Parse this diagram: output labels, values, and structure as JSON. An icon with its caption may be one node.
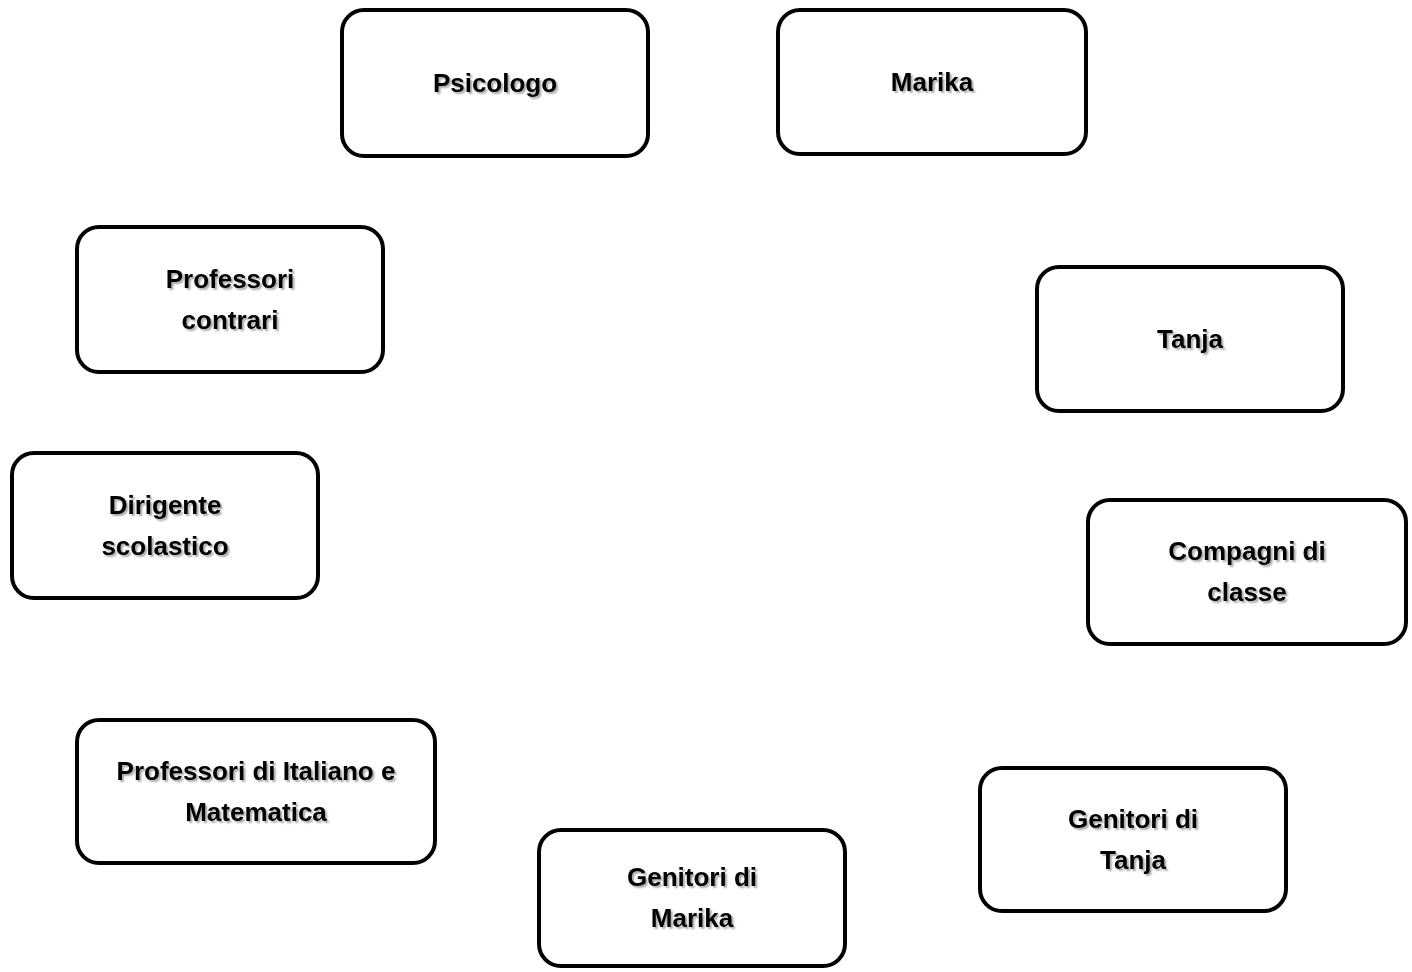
{
  "diagram": {
    "nodes": [
      {
        "text": [
          "Psicologo"
        ]
      },
      {
        "text": [
          "Marika"
        ]
      },
      {
        "text": [
          "Professori contrari"
        ]
      },
      {
        "text": [
          "Tanja"
        ]
      },
      {
        "text": [
          "Dirigente scolastico"
        ]
      },
      {
        "text": [
          "Compagni di classe"
        ]
      },
      {
        "text": [
          "Professori di Italiano e Matematica"
        ]
      },
      {
        "text": [
          "Genitori di Marika"
        ]
      },
      {
        "text": [
          "Genitori di Tanja"
        ]
      }
    ]
  }
}
